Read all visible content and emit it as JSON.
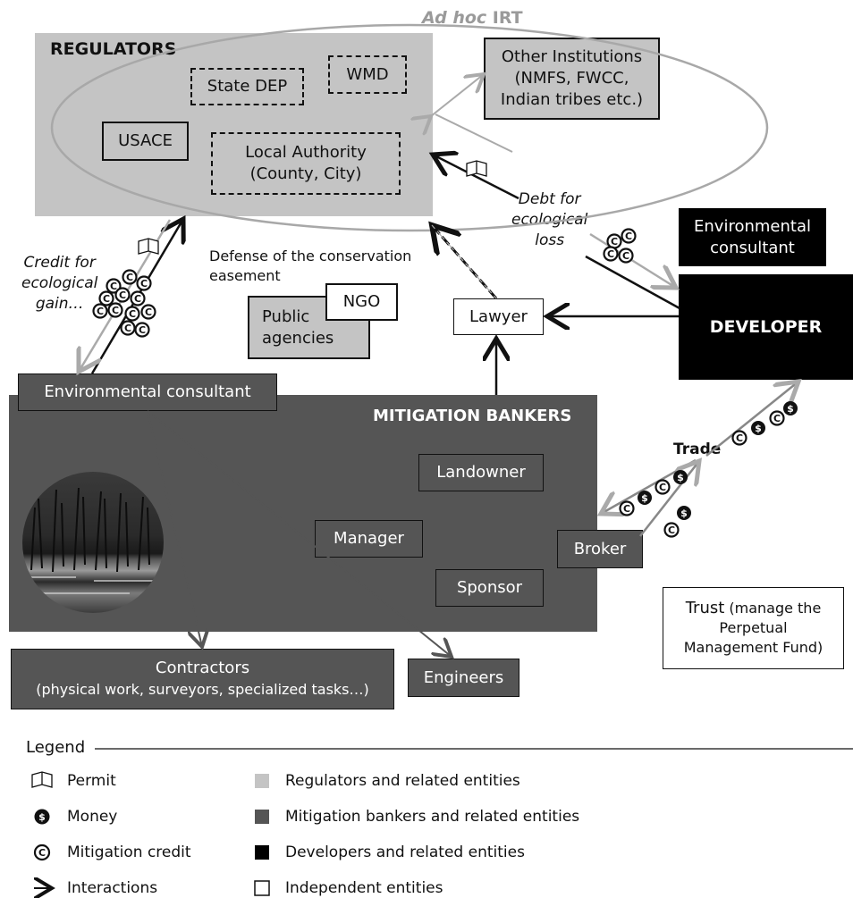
{
  "regulators": {
    "title": "REGULATORS",
    "irt_label_italic": "Ad hoc",
    "irt_label": " IRT",
    "state_dep": "State DEP",
    "wmd": "WMD",
    "usace": "USACE",
    "local_authority_1": "Local Authority",
    "local_authority_2": "(County, City)",
    "other_institutions_1": "Other Institutions",
    "other_institutions_2": "(NMFS, FWCC,",
    "other_institutions_3": "Indian tribes etc.)"
  },
  "annotations": {
    "credit_gain_1": "Credit for",
    "credit_gain_2": "ecological",
    "credit_gain_3": "gain…",
    "debt_loss_1": "Debt for",
    "debt_loss_2": "ecological",
    "debt_loss_3": "loss",
    "defense_1": "Defense of the conservation",
    "defense_2": "easement",
    "trade": "Trade"
  },
  "entities": {
    "env_consultant_dev_1": "Environmental",
    "env_consultant_dev_2": "consultant",
    "developer": "DEVELOPER",
    "ngo": "NGO",
    "public_agencies_1": "Public",
    "public_agencies_2": "agencies",
    "lawyer": "Lawyer",
    "env_consultant_bank": "Environmental consultant",
    "mitigation_bankers": "MITIGATION BANKERS",
    "landowner": "Landowner",
    "manager": "Manager",
    "sponsor": "Sponsor",
    "broker": "Broker",
    "contractors_1": "Contractors",
    "contractors_2": "(physical work, surveyors, specialized tasks…)",
    "engineers": "Engineers",
    "trust_1": "Trust",
    "trust_1b": " (manage the",
    "trust_2": "Perpetual",
    "trust_3": "Management Fund)"
  },
  "legend": {
    "title": "Legend",
    "items_left": [
      "Permit",
      "Money",
      "Mitigation credit",
      "Interactions"
    ],
    "items_right": [
      "Regulators and related entities",
      "Mitigation bankers and related entities",
      "Developers and related entities",
      "Independent entities"
    ]
  },
  "colors": {
    "regulators": "#c4c4c4",
    "mitigation_bankers": "#555555",
    "developers": "#000000",
    "independent": "#ffffff"
  }
}
